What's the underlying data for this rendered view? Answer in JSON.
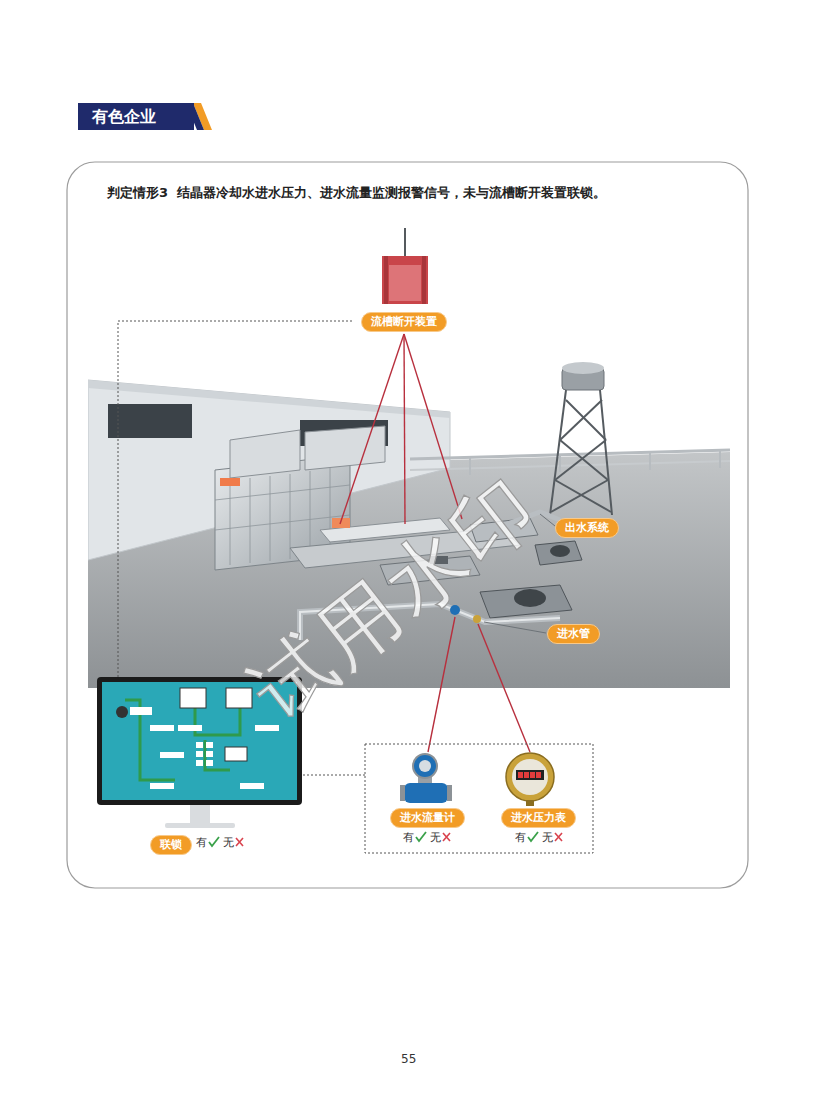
{
  "diagram": {
    "title": "判定情形3  结晶器冷却水进水压力、进水流量监测报警信号，未与流槽断开装置联锁。",
    "nodes": [
      {
        "text": [
          "有色企业"
        ]
      },
      {
        "text": [
          "流槽断开装置"
        ]
      },
      {
        "text": [
          "出水系统"
        ]
      },
      {
        "text": [
          "进水管"
        ]
      },
      {
        "text": [
          "进水流量计"
        ]
      },
      {
        "text": [
          "进水压力表"
        ]
      },
      {
        "text": [
          "联锁"
        ]
      }
    ],
    "labels": [
      "有",
      "无",
      "有",
      "无",
      "有",
      "无",
      "试用水印",
      "55"
    ]
  }
}
